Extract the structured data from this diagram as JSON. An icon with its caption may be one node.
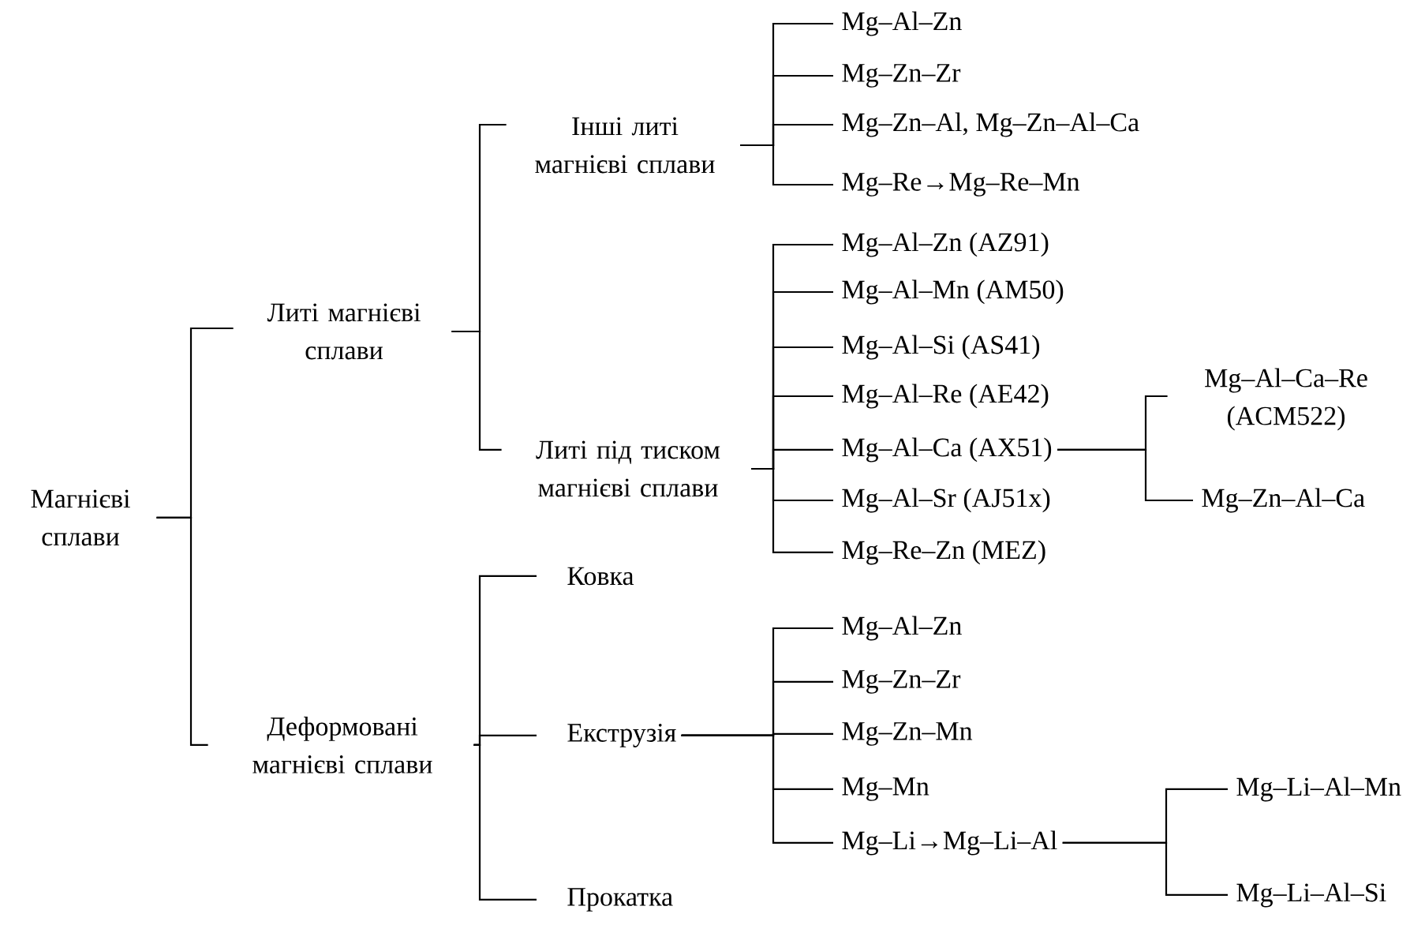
{
  "diagram": {
    "nodes": [
      {
        "text": [
          "Магнієві сплави"
        ]
      },
      {
        "text": [
          "Литі магнієві сплави"
        ]
      },
      {
        "text": [
          "Інші литі магнієві сплави"
        ]
      },
      {
        "text": [
          "Mg–Al–Zn"
        ]
      },
      {
        "text": [
          "Mg–Zn–Zr"
        ]
      },
      {
        "text": [
          "Mg–Zn–Al, Mg–Zn–Al–Ca"
        ]
      },
      {
        "text": [
          "Mg–Re→Mg–Re–Mn"
        ]
      },
      {
        "text": [
          "Литі під тиском магнієві сплави"
        ]
      },
      {
        "text": [
          "Mg–Al–Zn (AZ91)"
        ]
      },
      {
        "text": [
          "Mg–Al–Mn (AM50)"
        ]
      },
      {
        "text": [
          "Mg–Al–Si (AS41)"
        ]
      },
      {
        "text": [
          "Mg–Al–Re (AE42)"
        ]
      },
      {
        "text": [
          "Mg–Al–Ca (AX51)"
        ]
      },
      {
        "text": [
          "Mg–Al–Ca–Re (ACM522)"
        ]
      },
      {
        "text": [
          "Mg–Zn–Al–Ca"
        ]
      },
      {
        "text": [
          "Mg–Al–Sr (AJ51x)"
        ]
      },
      {
        "text": [
          "Mg–Re–Zn (MEZ)"
        ]
      },
      {
        "text": [
          "Деформовані магнієві сплави"
        ]
      },
      {
        "text": [
          "Ковка"
        ]
      },
      {
        "text": [
          "Екструзія"
        ]
      },
      {
        "text": [
          "Mg–Al–Zn"
        ]
      },
      {
        "text": [
          "Mg–Zn–Zr"
        ]
      },
      {
        "text": [
          "Mg–Zn–Mn"
        ]
      },
      {
        "text": [
          "Mg–Mn"
        ]
      },
      {
        "text": [
          "Mg–Li→Mg–Li–Al"
        ]
      },
      {
        "text": [
          "Mg–Li–Al–Mn"
        ]
      },
      {
        "text": [
          "Mg–Li–Al–Si"
        ]
      },
      {
        "text": [
          "Прокатка"
        ]
      }
    ],
    "edges": [
      {
        "from": 0,
        "to": 1,
        "arrow": "none"
      },
      {
        "from": 0,
        "to": 17,
        "arrow": "none"
      },
      {
        "from": 1,
        "to": 2,
        "arrow": "none"
      },
      {
        "from": 1,
        "to": 7,
        "arrow": "none"
      },
      {
        "from": 2,
        "to": 3,
        "arrow": "none"
      },
      {
        "from": 2,
        "to": 4,
        "arrow": "none"
      },
      {
        "from": 2,
        "to": 5,
        "arrow": "none"
      },
      {
        "from": 2,
        "to": 6,
        "arrow": "none"
      },
      {
        "from": 7,
        "to": 8,
        "arrow": "none"
      },
      {
        "from": 7,
        "to": 9,
        "arrow": "none"
      },
      {
        "from": 7,
        "to": 10,
        "arrow": "none"
      },
      {
        "from": 7,
        "to": 11,
        "arrow": "none"
      },
      {
        "from": 7,
        "to": 12,
        "arrow": "none"
      },
      {
        "from": 7,
        "to": 15,
        "arrow": "none"
      },
      {
        "from": 7,
        "to": 16,
        "arrow": "none"
      },
      {
        "from": 12,
        "to": 13,
        "arrow": "none"
      },
      {
        "from": 12,
        "to": 14,
        "arrow": "none"
      },
      {
        "from": 17,
        "to": 18,
        "arrow": "none"
      },
      {
        "from": 17,
        "to": 19,
        "arrow": "none"
      },
      {
        "from": 17,
        "to": 27,
        "arrow": "none"
      },
      {
        "from": 19,
        "to": 20,
        "arrow": "none"
      },
      {
        "from": 19,
        "to": 21,
        "arrow": "none"
      },
      {
        "from": 19,
        "to": 22,
        "arrow": "none"
      },
      {
        "from": 19,
        "to": 23,
        "arrow": "none"
      },
      {
        "from": 19,
        "to": 24,
        "arrow": "none"
      },
      {
        "from": 24,
        "to": 25,
        "arrow": "none"
      },
      {
        "from": 24,
        "to": 26,
        "arrow": "none"
      }
    ]
  }
}
